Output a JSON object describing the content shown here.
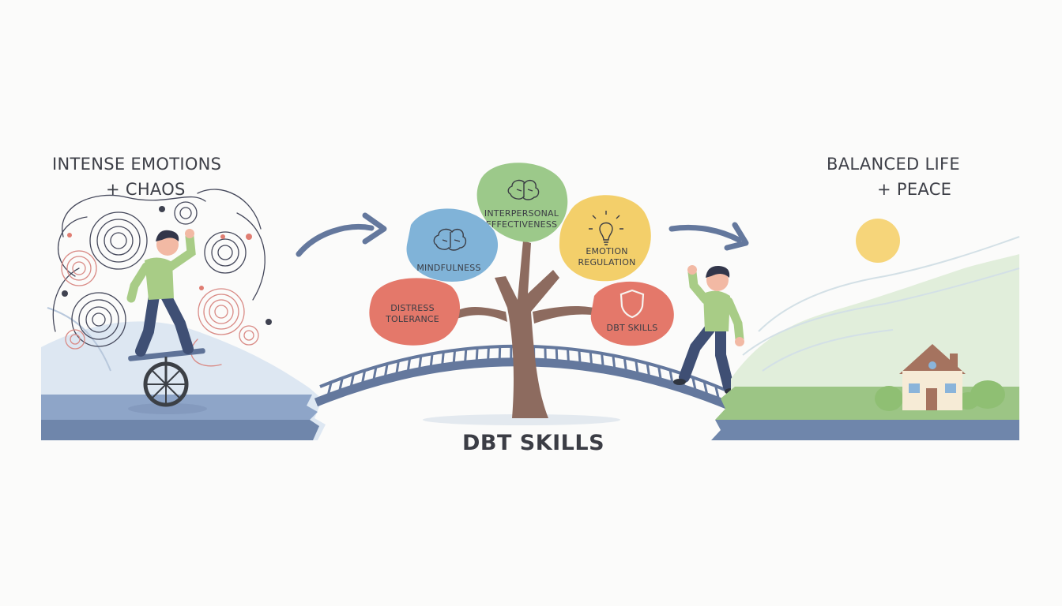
{
  "left_heading": {
    "line1": "INTENSE EMOTIONS",
    "line2": "+ CHAOS"
  },
  "right_heading": {
    "line1": "BALANCED LIFE",
    "line2": "+ PEACE"
  },
  "center_heading": "DBT SKILLS",
  "skills": [
    {
      "line1": "INTERPERSONAL",
      "line2": "EFFECTIVENESS",
      "icon": "brain-icon",
      "color": "#9cc98a"
    },
    {
      "line1": "MINDFULNESS",
      "line2": "",
      "icon": "brain-icon",
      "color": "#80b3d8"
    },
    {
      "line1": "EMOTION",
      "line2": "REGULATION",
      "icon": "lightbulb-icon",
      "color": "#f3cf6a"
    },
    {
      "line1": "DISTRESS",
      "line2": "TOLERANCE",
      "icon": "",
      "color": "#e4786a"
    },
    {
      "line1": "DBT SKILLS",
      "line2": "",
      "icon": "shield-icon",
      "color": "#e4786a"
    }
  ],
  "colors": {
    "text": "#3d3f47",
    "bridge": "#64789d",
    "trunk": "#8d6b5f",
    "ground_left": "#8ea5c8",
    "ground_right": "#9cc585",
    "sun": "#f6d57a",
    "shirt": "#a8cc86",
    "pants": "#3f4f74"
  }
}
